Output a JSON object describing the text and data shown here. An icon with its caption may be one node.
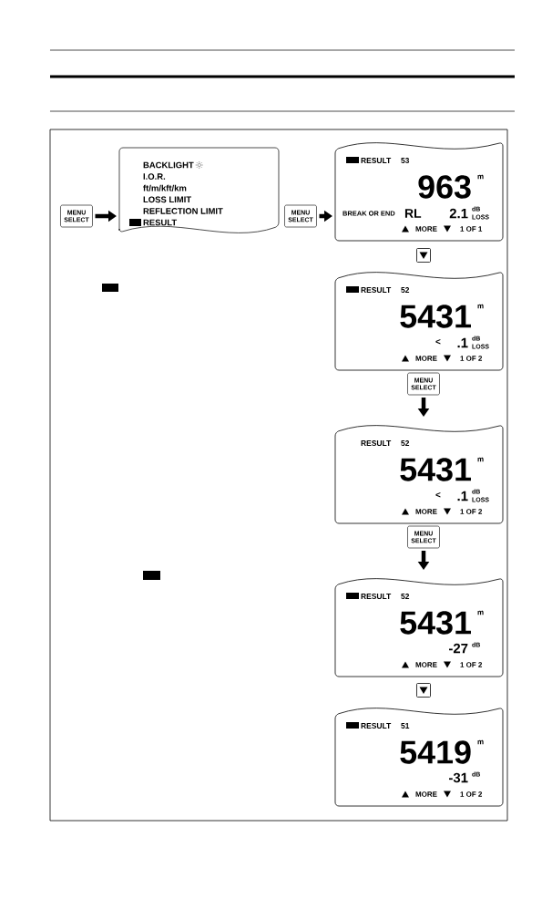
{
  "diagram": {
    "nodes": [
      {
        "text": [
          "MENU SELECT"
        ]
      },
      {
        "text": [
          "BACKLIGHT",
          "I.O.R.",
          "ft/m/kft/km",
          "LOSS LIMIT",
          "REFLECTION LIMIT",
          "RESULT"
        ]
      },
      {
        "text": [
          "MENU SELECT"
        ]
      },
      {
        "text": [
          "RESULT",
          "53",
          "963",
          "m",
          "BREAK OR END",
          "RL",
          "2.1",
          "dB",
          "LOSS",
          "MORE",
          "1 OF 1"
        ]
      },
      {
        "text": [],
        "shape": "box"
      },
      {
        "text": [
          "RESULT",
          "52",
          "5431",
          "m",
          "<",
          ".1",
          "dB",
          "LOSS",
          "MORE",
          "1 OF 2"
        ]
      },
      {
        "text": [
          "MENU SELECT"
        ]
      },
      {
        "text": [
          "RESULT",
          "52",
          "5431",
          "m",
          "<",
          ".1",
          "dB",
          "LOSS",
          "MORE",
          "1 OF 2"
        ]
      },
      {
        "text": [
          "MENU SELECT"
        ]
      },
      {
        "text": [
          "RESULT",
          "52",
          "5431",
          "m",
          "-27",
          "dB",
          "MORE",
          "1 OF 2"
        ]
      },
      {
        "text": [],
        "shape": "box"
      },
      {
        "text": [
          "RESULT",
          "51",
          "5419",
          "m",
          "-31",
          "dB",
          "MORE",
          "1 OF 2"
        ]
      }
    ],
    "edges": [
      {
        "from": 0,
        "to": 1,
        "arrow": "to"
      },
      {
        "from": 2,
        "to": 3,
        "arrow": "to"
      },
      {
        "from": 6,
        "to": 7,
        "arrow": "to"
      },
      {
        "from": 8,
        "to": 9,
        "arrow": "to"
      }
    ]
  }
}
